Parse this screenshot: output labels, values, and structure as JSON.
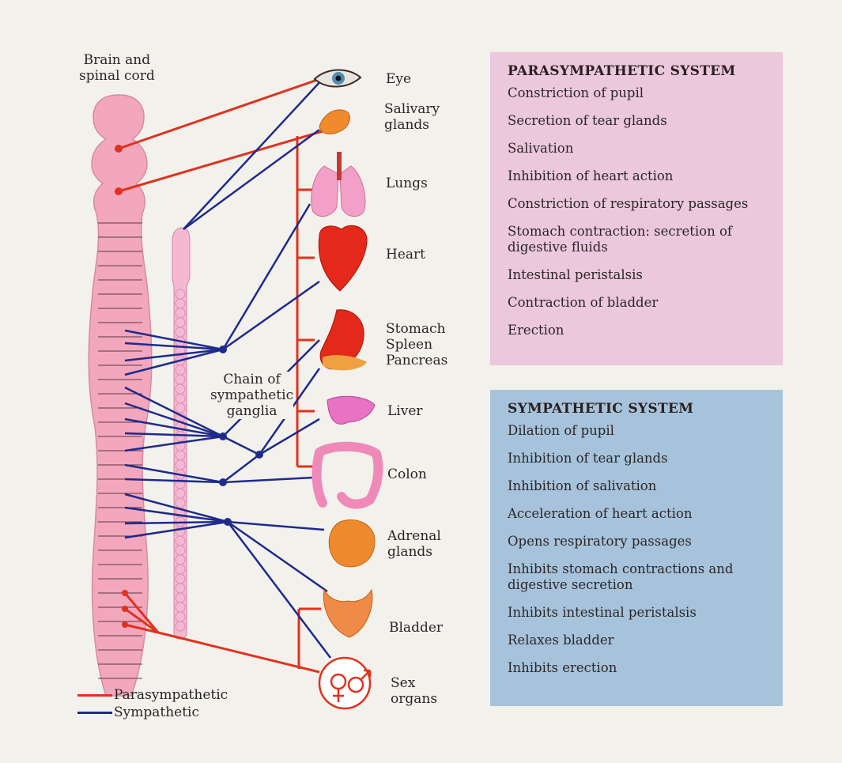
{
  "labels": {
    "brain": "Brain and\nspinal cord",
    "chain": "Chain of\nsympathetic\nganglia"
  },
  "organs": {
    "eye": "Eye",
    "salivary": "Salivary\nglands",
    "lungs": "Lungs",
    "heart": "Heart",
    "stomach": "Stomach\nSpleen\nPancreas",
    "liver": "Liver",
    "colon": "Colon",
    "adrenal": "Adrenal\nglands",
    "bladder": "Bladder",
    "sex": "Sex\norgans"
  },
  "parasympathetic": {
    "title": "PARASYMPATHETIC SYSTEM",
    "items": [
      "Constriction of pupil",
      "Secretion of tear glands",
      "Salivation",
      "Inhibition of heart action",
      "Constriction of respiratory passages",
      "Stomach contraction: secretion of\n    digestive fluids",
      "Intestinal peristalsis",
      "Contraction of bladder",
      "Erection"
    ]
  },
  "sympathetic": {
    "title": "SYMPATHETIC SYSTEM",
    "items": [
      "Dilation of pupil",
      "Inhibition of tear glands",
      "Inhibition of salivation",
      "Acceleration of heart action",
      "Opens respiratory passages",
      "Inhibits stomach contractions and\n    digestive secretion",
      "Inhibits intestinal peristalsis",
      "Relaxes bladder",
      "Inhibits erection"
    ]
  },
  "legend": {
    "parasympathetic": "Parasympathetic",
    "sympathetic": "Sympathetic"
  },
  "colors": {
    "parasympathetic": "#e0321e",
    "sympathetic": "#1e2a8c",
    "cord": "#f2a7bd",
    "chain": "#f2b5cf",
    "para_box": "#ecc8dc",
    "symp_box": "#a7c3dc"
  }
}
